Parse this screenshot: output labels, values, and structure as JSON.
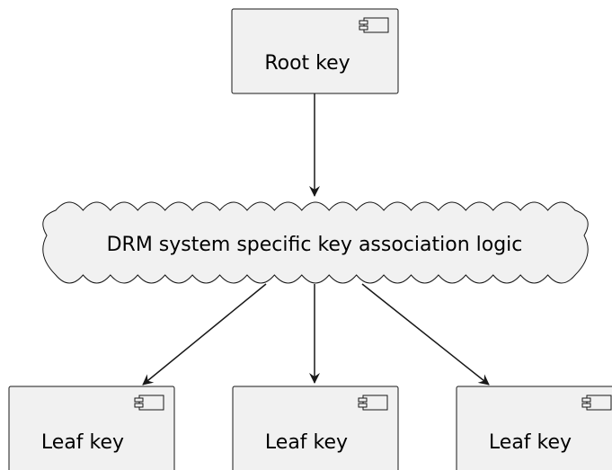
{
  "diagram": {
    "nodes": {
      "root": {
        "label": "Root key"
      },
      "logic": {
        "label": "DRM system specific key association logic"
      },
      "leaves": [
        {
          "label": "Leaf key"
        },
        {
          "label": "Leaf key"
        },
        {
          "label": "Leaf key"
        }
      ]
    },
    "edges": [
      {
        "from": "Root key",
        "to": "DRM system specific key association logic"
      },
      {
        "from": "DRM system specific key association logic",
        "to": "Leaf key"
      },
      {
        "from": "DRM system specific key association logic",
        "to": "Leaf key"
      },
      {
        "from": "DRM system specific key association logic",
        "to": "Leaf key"
      }
    ],
    "colors": {
      "node_fill": "#f1f1f1",
      "node_stroke": "#181818",
      "edge": "#181818"
    },
    "icons": {
      "component": "component-icon"
    }
  }
}
